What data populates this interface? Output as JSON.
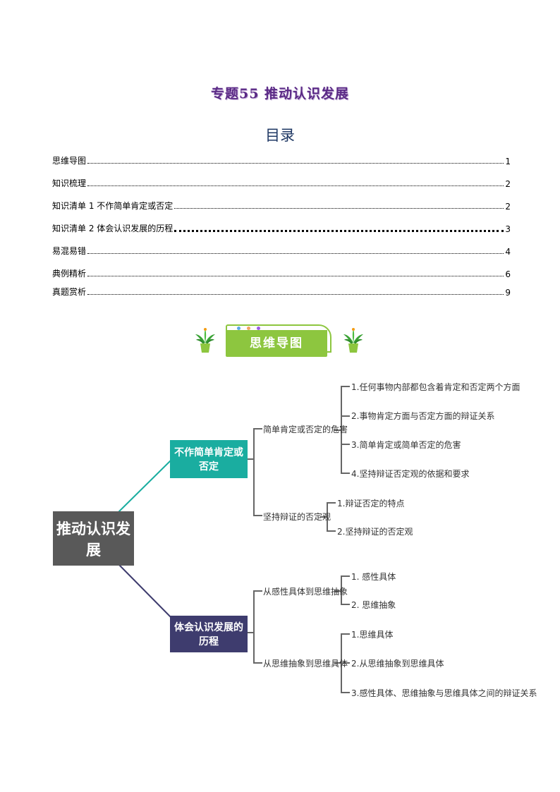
{
  "header": {
    "title": "专题55 推动认识发展"
  },
  "toc": {
    "heading": "目录",
    "items": [
      {
        "label": "思维导图",
        "page": "1"
      },
      {
        "label": "知识梳理",
        "page": "2"
      },
      {
        "label": "知识清单 1 不作简单肯定或否定",
        "page": "2"
      },
      {
        "label": "知识清单 2  体会认识发展的历程",
        "page": "3"
      },
      {
        "label": "易混易错",
        "page": "4"
      },
      {
        "label": "典例精析",
        "page": "6"
      },
      {
        "label": "真题赏析",
        "page": "9"
      }
    ]
  },
  "banner": {
    "label": "思维导图"
  },
  "mindmap": {
    "root": "推动认识发展",
    "branch1": {
      "label": "不作简单肯定或否定",
      "color": "#1aada0",
      "sub1": {
        "label": "简单肯定或否定的危害",
        "items": [
          "1.任何事物内部都包含着肯定和否定两个方面",
          "2.事物肯定方面与否定方面的辩证关系",
          "3.简单肯定或简单否定的危害",
          "4.坚持辩证否定观的依据和要求"
        ]
      },
      "sub2": {
        "label": "坚持辩证的否定观",
        "items": [
          "1.辩证否定的特点",
          "2.坚持辩证的否定观"
        ]
      }
    },
    "branch2": {
      "label": "体会认识发展的历程",
      "color": "#3e3c6e",
      "sub1": {
        "label": "从感性具体到思维抽象",
        "items": [
          "1. 感性具体",
          "2. 思维抽象"
        ]
      },
      "sub2": {
        "label": "从思维抽象到思维具体",
        "items": [
          "1.思维具体",
          "2.从思维抽象到思维具体",
          "3.感性具体、思维抽象与思维具体之间的辩证关系"
        ]
      }
    }
  }
}
